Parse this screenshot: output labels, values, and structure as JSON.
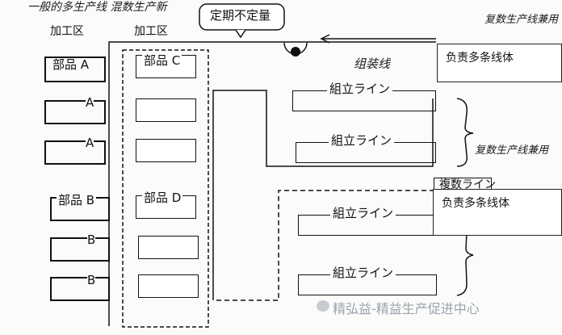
{
  "header": {
    "handwritten_title": "一般的多生产线  混数生产新",
    "bubble_label": "定期不定量"
  },
  "zones": {
    "left_area": "加工区",
    "right_area": "加工区"
  },
  "parts": {
    "a_group_label": "部品 A",
    "a_item": "A",
    "b_group_label": "部品 B",
    "b_item": "B",
    "c_group_label": "部品 C",
    "d_group_label": "部品 D"
  },
  "lines": {
    "assembly_label": "組立ライン",
    "handwritten_note": "组装线",
    "right_note_top": "复数生产线兼用",
    "right_note_mid": "复数生产线兼用",
    "plural_box": "複数ライン"
  },
  "overlays": {
    "top_right": "负责多条线体",
    "mid_right": "负责多条线体"
  },
  "watermark": {
    "text": "精弘益-精益生产促进中心"
  }
}
